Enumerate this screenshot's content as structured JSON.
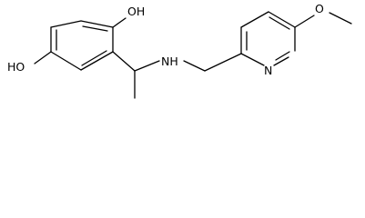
{
  "molecule": {
    "atoms": {
      "oh_top": "OH",
      "oh_left": "HO",
      "nh": "NH",
      "n_ring": "N",
      "o_methoxy": "O"
    }
  },
  "colors": {
    "bond": "#000000",
    "text": "#000000",
    "background": "#ffffff"
  }
}
